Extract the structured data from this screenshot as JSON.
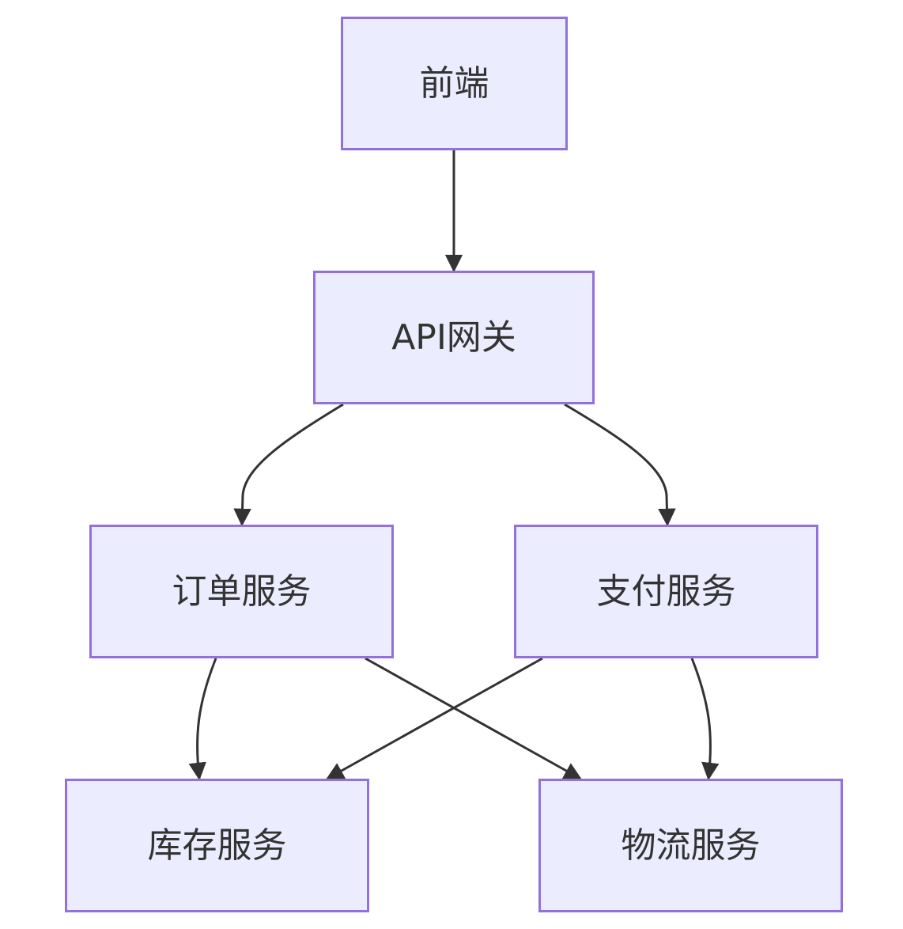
{
  "diagram": {
    "type": "flowchart",
    "direction": "top-down",
    "colors": {
      "node_fill": "#ececff",
      "node_border": "#9370db",
      "text": "#333333",
      "edge": "#333333"
    },
    "nodes": {
      "frontend": "前端",
      "gateway": "API网关",
      "order": "订单服务",
      "payment": "支付服务",
      "stock": "库存服务",
      "logistics": "物流服务"
    },
    "edges": [
      {
        "from": "frontend",
        "to": "gateway"
      },
      {
        "from": "gateway",
        "to": "order"
      },
      {
        "from": "gateway",
        "to": "payment"
      },
      {
        "from": "order",
        "to": "stock"
      },
      {
        "from": "order",
        "to": "logistics"
      },
      {
        "from": "payment",
        "to": "stock"
      },
      {
        "from": "payment",
        "to": "logistics"
      }
    ]
  }
}
